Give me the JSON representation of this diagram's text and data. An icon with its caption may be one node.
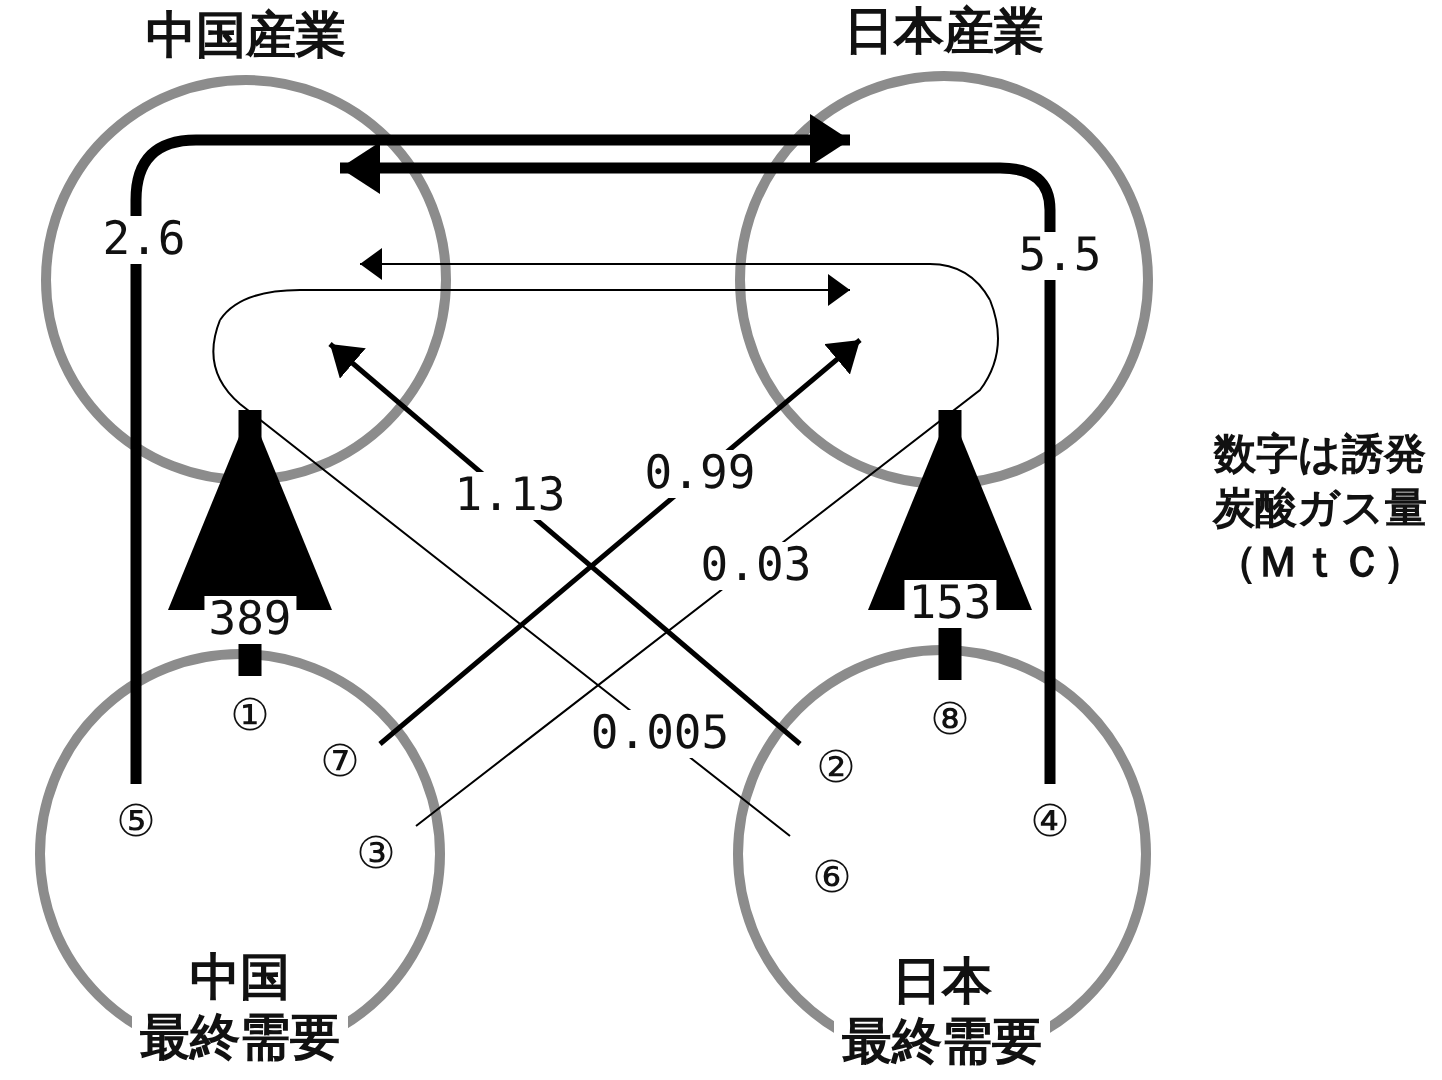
{
  "diagram": {
    "nodes": [
      {
        "text": [
          "中国産業"
        ]
      },
      {
        "text": [
          "日本産業"
        ]
      },
      {
        "text": [
          "中国",
          "最終需要"
        ]
      },
      {
        "text": [
          "日本",
          "最終需要"
        ]
      }
    ],
    "edges": [
      {
        "from": 2,
        "to": 0,
        "arrow": "to",
        "label": "389",
        "style": "thick"
      },
      {
        "from": 3,
        "to": 1,
        "arrow": "to",
        "label": "153",
        "style": "thick"
      },
      {
        "from": 3,
        "to": 0,
        "arrow": "to",
        "label": "1.13"
      },
      {
        "from": 2,
        "to": 1,
        "arrow": "to",
        "label": "0.99"
      },
      {
        "from": 2,
        "to": 1,
        "arrow": "none",
        "label": "0.03"
      },
      {
        "from": 1,
        "to": 0,
        "arrow": "to"
      },
      {
        "from": 3,
        "to": 0,
        "arrow": "none",
        "label": "0.005"
      },
      {
        "from": 0,
        "to": 1,
        "arrow": "to"
      },
      {
        "from": 2,
        "to": 0,
        "arrow": "none",
        "label": "2.6",
        "style": "thick"
      },
      {
        "from": 0,
        "to": 1,
        "arrow": "to",
        "style": "thick"
      },
      {
        "from": 3,
        "to": 1,
        "arrow": "none",
        "label": "5.5",
        "style": "thick"
      },
      {
        "from": 1,
        "to": 0,
        "arrow": "to",
        "style": "thick"
      }
    ],
    "labels": [
      "数字は誘発炭酸ガス量（ＭｔＣ）",
      "①",
      "⑧",
      "⑦",
      "②",
      "⑤",
      "④",
      "③",
      "⑥"
    ]
  }
}
